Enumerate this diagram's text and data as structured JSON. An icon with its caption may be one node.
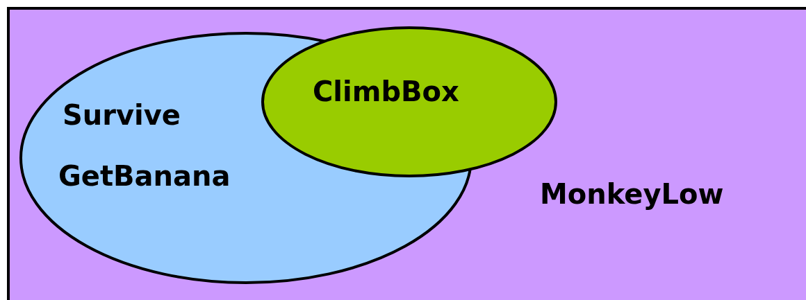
{
  "diagram": {
    "nodes": [
      {
        "text": [
          "MonkeyLow"
        ]
      },
      {
        "text": [
          "Survive",
          "GetBanana"
        ],
        "in": 0
      },
      {
        "text": [
          "ClimbBox"
        ],
        "in": 0
      }
    ]
  }
}
